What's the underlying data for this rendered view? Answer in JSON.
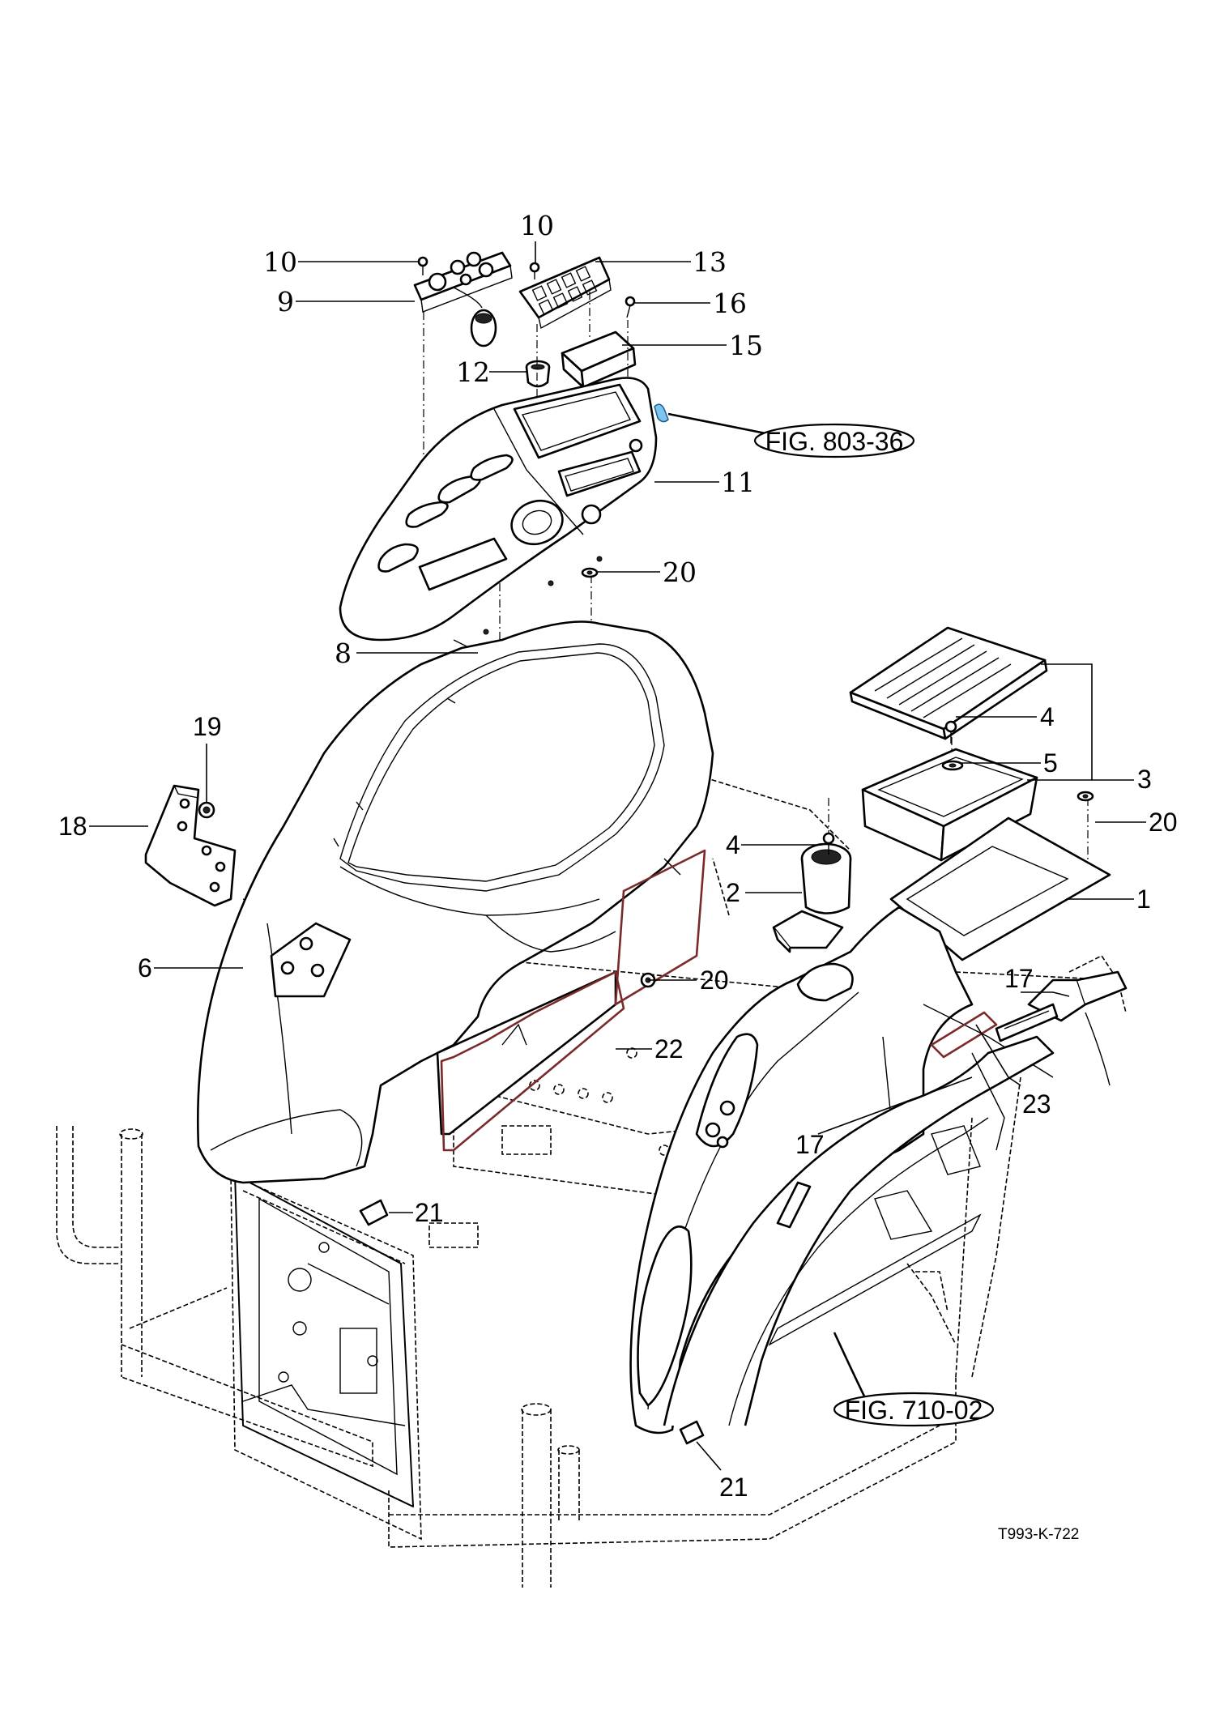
{
  "callouts": [
    {
      "id": "c10a",
      "label": "10"
    },
    {
      "id": "c10b",
      "label": "10"
    },
    {
      "id": "c13",
      "label": "13"
    },
    {
      "id": "c9",
      "label": "9"
    },
    {
      "id": "c16",
      "label": "16"
    },
    {
      "id": "c15",
      "label": "15"
    },
    {
      "id": "c12",
      "label": "12"
    },
    {
      "id": "c11",
      "label": "11"
    },
    {
      "id": "c20a",
      "label": "20"
    },
    {
      "id": "c8",
      "label": "8"
    },
    {
      "id": "c19",
      "label": "19"
    },
    {
      "id": "c4a",
      "label": "4"
    },
    {
      "id": "c5",
      "label": "5"
    },
    {
      "id": "c3",
      "label": "3"
    },
    {
      "id": "c18",
      "label": "18"
    },
    {
      "id": "c20b",
      "label": "20"
    },
    {
      "id": "c4b",
      "label": "4"
    },
    {
      "id": "c2",
      "label": "2"
    },
    {
      "id": "c1",
      "label": "1"
    },
    {
      "id": "c6",
      "label": "6"
    },
    {
      "id": "c20c",
      "label": "20"
    },
    {
      "id": "c17a",
      "label": "17"
    },
    {
      "id": "c22",
      "label": "22"
    },
    {
      "id": "c23",
      "label": "23"
    },
    {
      "id": "c17b",
      "label": "17"
    },
    {
      "id": "c21a",
      "label": "21"
    },
    {
      "id": "c21b",
      "label": "21"
    }
  ],
  "references": {
    "fig_803": "FIG. 803-36",
    "fig_710": "FIG. 710-02"
  },
  "drawing_code": "T993-K-722"
}
